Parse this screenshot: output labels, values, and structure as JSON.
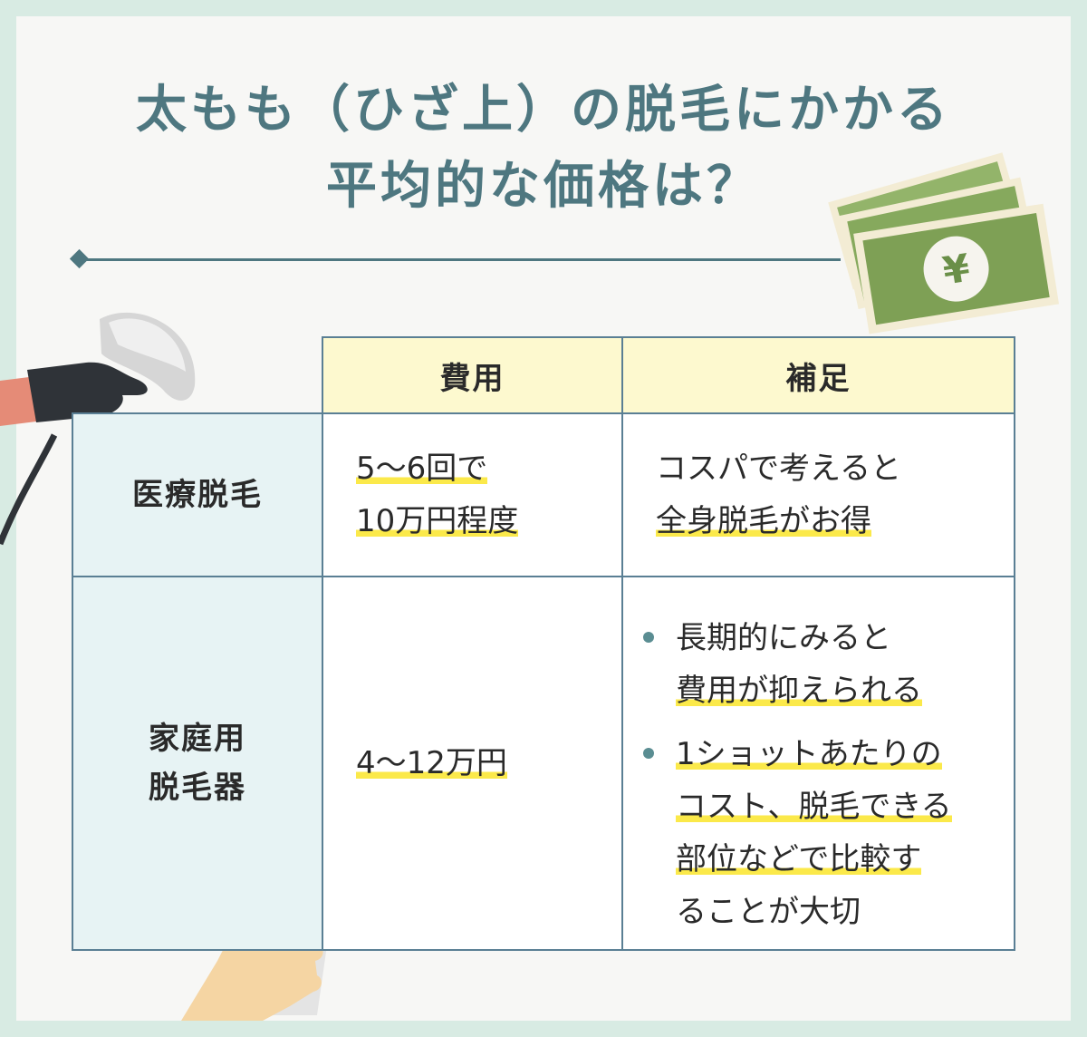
{
  "title": {
    "line1": "太もも（ひざ上）の脱毛にかかる",
    "line2": "平均的な価格は？"
  },
  "table": {
    "headers": {
      "cost": "費用",
      "note": "補足"
    },
    "rows": [
      {
        "label": "医療脱毛",
        "cost_lines": [
          "5～6回で",
          "10万円程度"
        ],
        "note_lines": [
          "コスパで考えると",
          "全身脱毛がお得"
        ]
      },
      {
        "label_lines": [
          "家庭用",
          "脱毛器"
        ],
        "cost": "4～12万円",
        "bullets": [
          {
            "lines": [
              "長期的にみると",
              "費用が抑えられる"
            ]
          },
          {
            "lines": [
              "1ショットあたりの",
              "コスト、脱毛できる",
              "部位などで比較す",
              "ることが大切"
            ]
          }
        ]
      }
    ]
  },
  "decor": {
    "yen_symbol": "¥"
  },
  "colors": {
    "title": "#4e7780",
    "header_bg": "#fdf9cf",
    "rowhead_bg": "#e7f3f4",
    "highlight": "#fbe94a",
    "border": "#5a7f94"
  }
}
